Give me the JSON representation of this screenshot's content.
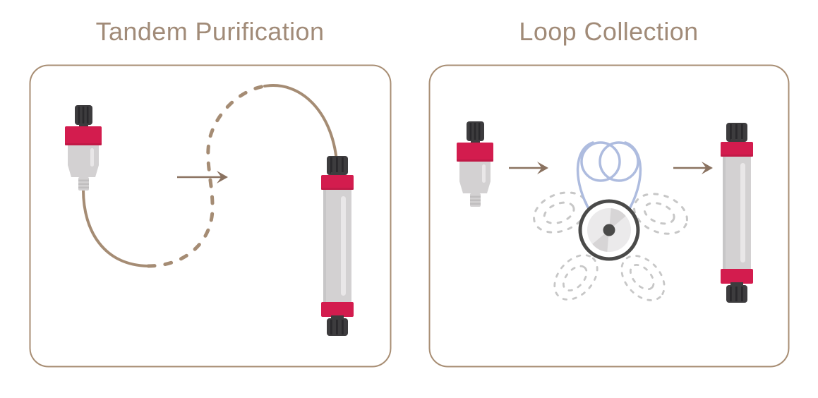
{
  "panels": {
    "tandem": {
      "title": "Tandem Purification"
    },
    "loop": {
      "title": "Loop Collection"
    }
  },
  "figures": {
    "tandem": [
      "sample-cartridge-icon",
      "flow-arrow-icon",
      "tubing-curve",
      "chromatography-column-icon"
    ],
    "loop": [
      "sample-cartridge-icon",
      "flow-arrow-icon",
      "loop-collector-valve-icon",
      "active-loop",
      "ghost-loops",
      "flow-arrow-icon",
      "chromatography-column-icon"
    ]
  },
  "colors": {
    "title_text": "#a18b78",
    "panel_border": "#a88e74",
    "tube_brown": "#a58c74",
    "arrow_brown": "#8a7260",
    "cap_red": "#d31c4e",
    "cap_red_shade": "#b0173f",
    "knob_dark": "#3d3c3e",
    "knob_ridge": "#2a292c",
    "body_grey": "#d3d1d2",
    "body_shade": "#c0bebf",
    "body_highlight": "#e9e7e8",
    "loop_blue": "#aebcdf",
    "ghost_loop_grey": "#c7c7c7",
    "valve_ring_dark": "#4a4a49",
    "valve_disc": "#ebeaeb",
    "valve_wedge": "#d7d5d6"
  }
}
